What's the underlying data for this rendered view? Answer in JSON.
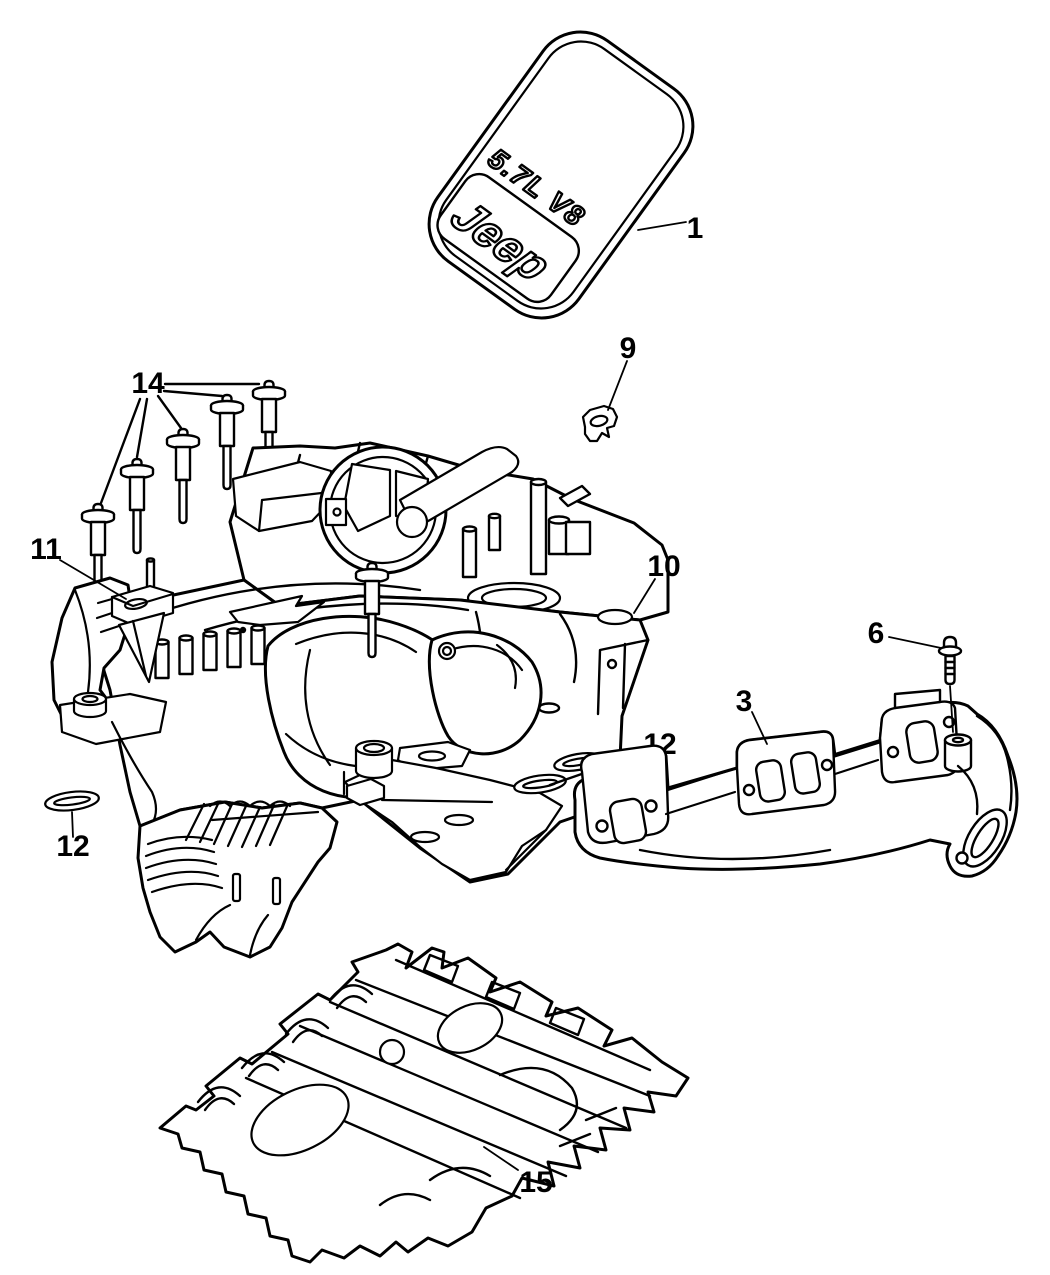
{
  "figure": {
    "colors": {
      "background": "#ffffff",
      "line": "#000000"
    }
  },
  "engine_cover": {
    "engine_text": "5.7L V8",
    "brand_text": "Jeep"
  },
  "callouts": {
    "c1": {
      "label": "1"
    },
    "c3": {
      "label": "3"
    },
    "c6": {
      "label": "6"
    },
    "c9": {
      "label": "9"
    },
    "c10": {
      "label": "10"
    },
    "c11": {
      "label": "11"
    },
    "c12_left": {
      "label": "12"
    },
    "c12_right": {
      "label": "12"
    },
    "c14": {
      "label": "14"
    },
    "c15": {
      "label": "15"
    }
  }
}
